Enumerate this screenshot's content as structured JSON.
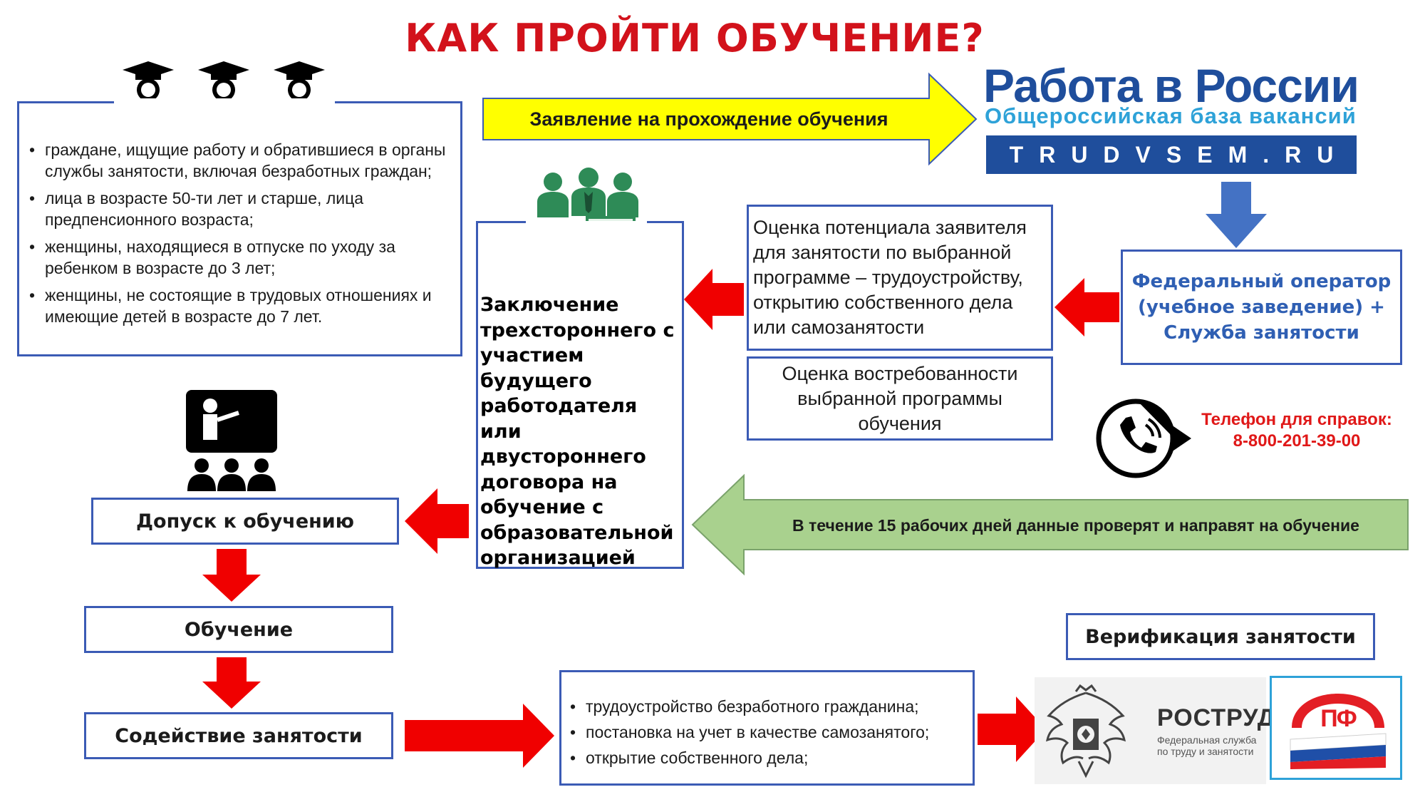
{
  "title": "КАК ПРОЙТИ ОБУЧЕНИЕ?",
  "target_groups": [
    "граждане, ищущие работу и обратившиеся в органы службы занятости, включая безработных граждан;",
    "лица в возрасте 50-ти лет и старше, лица предпенсионного возраста;",
    "женщины, находящиеся в отпуске по уходу за ребенком в возрасте до 3 лет;",
    "женщины, не состоящие в трудовых отношениях и имеющие детей в возрасте до 7 лет."
  ],
  "application_arrow": "Заявление на прохождение обучения",
  "portal": {
    "name": "Работа в России",
    "subtitle": "Общероссийская база вакансий",
    "url": "TRUDVSEM.RU"
  },
  "operator_box": "Федеральный оператор (учебное заведение) + Служба занятости",
  "assessment_potential": "Оценка потенциала заявителя для занятости по выбранной программе – трудоустройству, открытию собственного дела или самозанятости",
  "assessment_demand": "Оценка востребованности выбранной программы обучения",
  "contract_box": "Заключение трехстороннего с участием будущего работодателя или двустороннего договора на обучение с образовательной организацией",
  "phone": {
    "label": "Телефон для справок:",
    "number": "8-800-201-39-00"
  },
  "verification_arrow": "В течение 15 рабочих дней данные проверят и направят на обучение",
  "admission": "Допуск к обучению",
  "training": "Обучение",
  "employment_assistance": "Содействие занятости",
  "employment_outcomes": [
    "трудоустройство безработного гражданина;",
    "постановка на учет в качестве самозанятого;",
    "открытие собственного дела;"
  ],
  "employment_verification": "Верификация занятости",
  "rostrud": {
    "name": "РОСТРУД",
    "subtitle": "Федеральная служба по труду и занятости"
  },
  "pfr_logo_text": "ПФ",
  "colors": {
    "title_red": "#d2121b",
    "box_border": "#3b5bb5",
    "yellow_arrow": "#ffff00",
    "green_arrow": "#a9d18e",
    "red_arrow": "#f00000",
    "blue_arrow": "#4472c4",
    "portal_blue": "#1f4e9c",
    "portal_cyan": "#2ea2d8"
  }
}
